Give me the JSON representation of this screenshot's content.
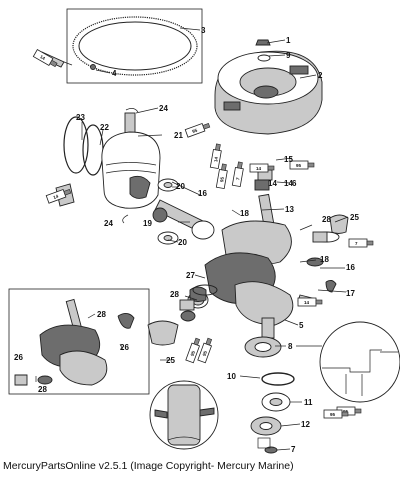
{
  "caption": "MercuryPartsOnline v2.5.1 (Image Copyright- Mercury Marine)",
  "callouts": [
    "1",
    "2",
    "3",
    "4",
    "5",
    "6",
    "7",
    "8",
    "9",
    "10",
    "11",
    "12",
    "13",
    "14",
    "15",
    "16",
    "17",
    "18",
    "19",
    "20",
    "21",
    "22",
    "23",
    "24",
    "25",
    "26",
    "27",
    "28"
  ],
  "sealant_tubes": [
    "95",
    "14",
    "7",
    "95",
    "14",
    "7",
    "95",
    "95",
    "14",
    "95",
    "14",
    "95",
    "95",
    "14"
  ]
}
